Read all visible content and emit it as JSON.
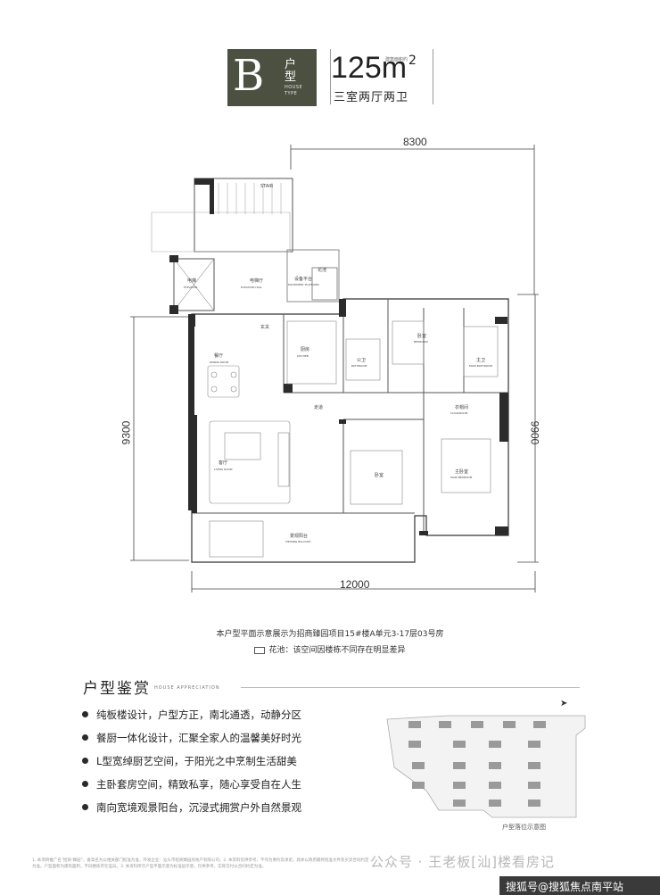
{
  "header": {
    "letter": "B",
    "sub": "户型",
    "house_type_en": "HOUSE TYPE",
    "area_value": "125m",
    "area_sup": "2",
    "area_caption": "建筑面积约",
    "description": "三室两厅两卫"
  },
  "dimensions": {
    "top": "8300",
    "left": "9300",
    "right": "9900",
    "bottom": "12000"
  },
  "rooms": {
    "stair_en": "STAIR",
    "elevator": "电梯",
    "elevator_en": "ELEVATOR",
    "elevator_hall": "电梯厅",
    "elevator_hall_en": "ELEVATOR HALL",
    "equipment": "设备平台",
    "equipment_en": "EQUIPMENT PLATFORM",
    "flower": "花池",
    "foyer": "玄关",
    "dining": "餐厅",
    "dining_en": "DINING ROOM",
    "kitchen": "厨房",
    "kitchen_en": "KITCHEN",
    "bath_public": "公卫",
    "bath_en": "BATHROOM",
    "bedroom": "卧室",
    "bedroom_en": "BEDROOM",
    "master_bath": "主卫",
    "master_bath_en": "MAIN BATHROOM",
    "corridor": "走道",
    "cloak": "衣帽间",
    "cloak_en": "CLOAKROOM",
    "living": "客厅",
    "living_en": "LIVING ROOM",
    "bedroom2": "卧室",
    "master_bedroom": "主卧室",
    "master_bedroom_en": "MAIN BEDROOM",
    "balcony": "景观阳台",
    "balcony_en": "VIEWING BALCONY"
  },
  "notes": {
    "line1": "本户型平面示意展示为招商臻园项目15#楼A单元3-17层03号房",
    "line2": "花池：该空间因楼栋不同存在明显差异"
  },
  "appreciation": {
    "title": "户型鉴赏",
    "title_en": "HOUSE APPRECIATION",
    "points": [
      "纯板楼设计，户型方正，南北通透，动静分区",
      "餐厨一体化设计，汇聚全家人的温馨美好时光",
      "L型宽绰厨艺空间，于阳光之中烹制生活甜美",
      "主卧套房空间，精致私享，随心享受自在人生",
      "南向宽境观景阳台，沉浸式拥赏户外自然景观"
    ],
    "locator_caption": "户型落位示意图"
  },
  "footer": {
    "disclaimer": "1. 本项目推广名“招商·臻园”，备案名为以相关部门批准为准，开发企业：汕头市招商臻园房地产有限公司。2. 本资料仅供参考，不作为要约及承诺，具体以政府最终批准文件及买卖合同约定为准。户型面积为建筑面积，不同楼栋存在差异。3. 本资料所示户型平面示意为标准层示意，仅供参考，实际交付以合同约定为准。",
    "watermark": "公众号 · 王老板[汕]楼看房记",
    "bar_text": "搜狐号@搜狐焦点南平站"
  },
  "colors": {
    "badge": "#4b5040",
    "wall": "#2b2b2b",
    "footer_bar": "#3a3a3a"
  }
}
